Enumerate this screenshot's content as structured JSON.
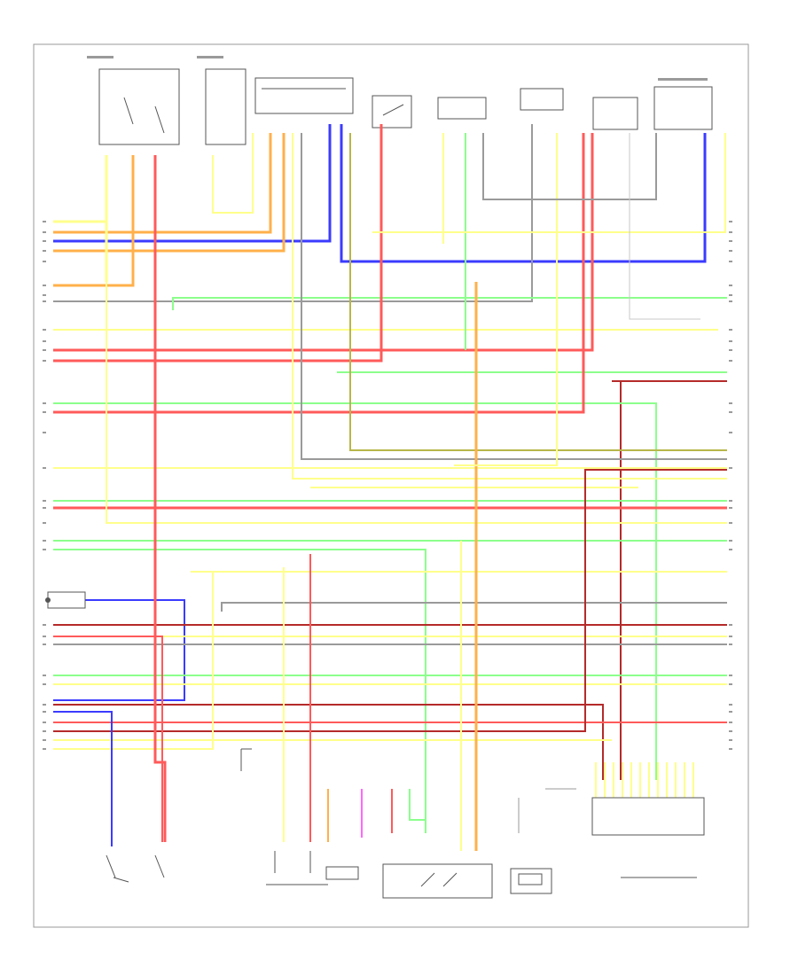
{
  "diagram": {
    "footer_id": "",
    "colors": {
      "yellow": "#ffff8c",
      "orange": "#ffb04a",
      "red": "#ff5a5a",
      "blue": "#3b3bff",
      "green": "#8cff8c",
      "gray": "#9a9a9a",
      "dark_red": "#b52a2a",
      "olive": "#b6b64a",
      "pink": "#ff66ff",
      "light_gray": "#c8c8c8"
    },
    "components": [
      {
        "id": "ignition-switch-1",
        "label": ""
      },
      {
        "id": "ignition-switch-2",
        "label": ""
      },
      {
        "id": "clutch-pedal-switch",
        "label": ""
      },
      {
        "id": "brake-switch",
        "label": ""
      },
      {
        "id": "data-link-connector",
        "label": ""
      },
      {
        "id": "combination-meter",
        "label": ""
      },
      {
        "id": "engine-control-module",
        "label": ""
      },
      {
        "id": "throttle-body",
        "label": ""
      },
      {
        "id": "fuel-pump",
        "label": ""
      },
      {
        "id": "evap-purge-valve",
        "label": ""
      },
      {
        "id": "knock-sensor",
        "label": ""
      },
      {
        "id": "transmission-range-sensor-1",
        "label": ""
      },
      {
        "id": "transmission-range-sensor-2",
        "label": ""
      },
      {
        "id": "canister-vent-valve",
        "label": ""
      },
      {
        "id": "oxygen-sensor",
        "label": ""
      }
    ]
  }
}
